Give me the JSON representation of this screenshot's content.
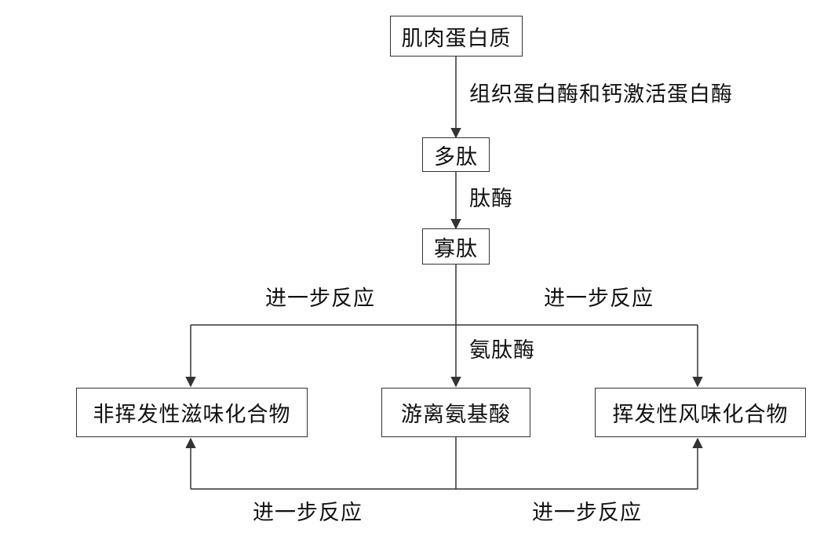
{
  "nodes": {
    "muscle_protein": "肌肉蛋白质",
    "polypeptide": "多肽",
    "oligopeptide": "寡肽",
    "nonvolatile_taste": "非挥发性滋味化合物",
    "free_amino_acids": "游离氨基酸",
    "volatile_flavor": "挥发性风味化合物"
  },
  "edge_labels": {
    "cathepsin_calpain": "组织蛋白酶和钙激活蛋白酶",
    "peptidase": "肽酶",
    "aminopeptidase": "氨肽酶",
    "further_reaction_top_left": "进一步反应",
    "further_reaction_top_right": "进一步反应",
    "further_reaction_bottom_left": "进一步反应",
    "further_reaction_bottom_right": "进一步反应"
  },
  "colors": {
    "line": "#333333",
    "text": "#111111"
  }
}
